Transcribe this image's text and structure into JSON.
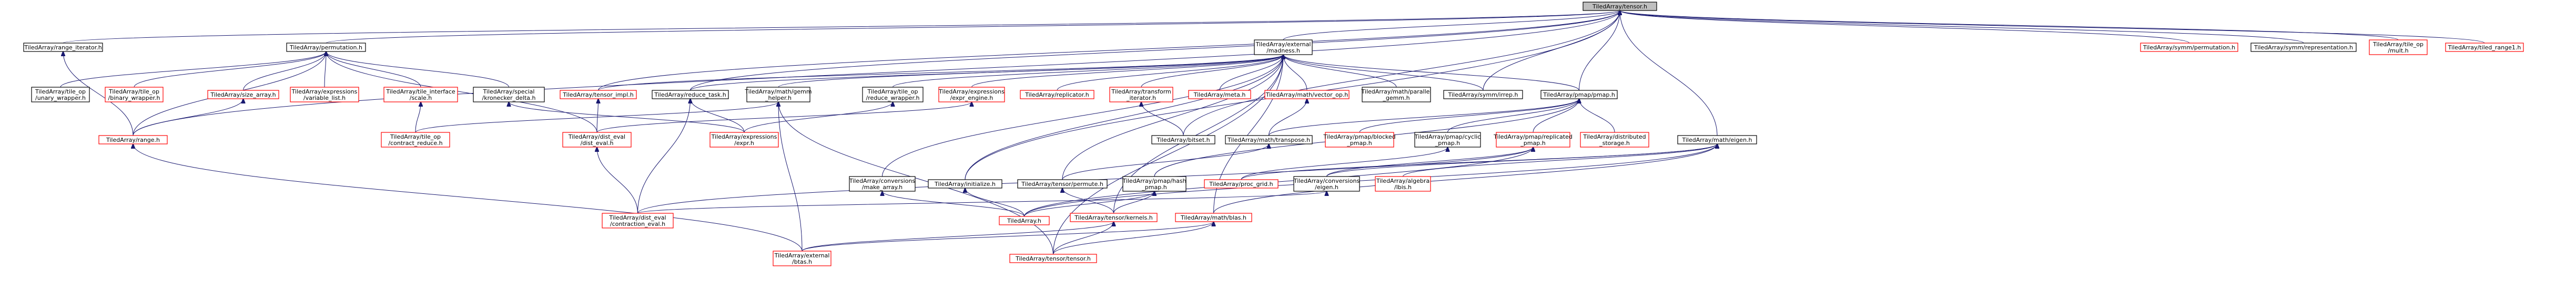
{
  "graph": {
    "colors": {
      "edge": "#191970",
      "root_fill": "#bfbfbf",
      "black_border": "#000000",
      "red_border": "#ff0000"
    },
    "nodes": [
      {
        "id": "tensor",
        "lines": [
          "TiledArray/tensor.h"
        ],
        "style": "root"
      },
      {
        "id": "range_iter",
        "lines": [
          "TiledArray/range_iterator.h"
        ],
        "style": "black"
      },
      {
        "id": "permutation",
        "lines": [
          "TiledArray/permutation.h"
        ],
        "style": "black"
      },
      {
        "id": "external_madness",
        "lines": [
          "TiledArray/external",
          "/madness.h"
        ],
        "style": "black"
      },
      {
        "id": "symm_perm",
        "lines": [
          "TiledArray/symm/permutation.h"
        ],
        "style": "red"
      },
      {
        "id": "symm_repr",
        "lines": [
          "TiledArray/symm/representation.h"
        ],
        "style": "black"
      },
      {
        "id": "file_op_mult",
        "lines": [
          "TiledArray/tile_op",
          "/mult.h"
        ],
        "style": "red"
      },
      {
        "id": "tiled_range1",
        "lines": [
          "TiledArray/tiled_range1.h"
        ],
        "style": "red"
      },
      {
        "id": "tile_op_unary",
        "lines": [
          "TiledArray/tile_op",
          "/unary_wrapper.h"
        ],
        "style": "black"
      },
      {
        "id": "tile_op_binary",
        "lines": [
          "TiledArray/tile_op",
          "/binary_wrapper.h"
        ],
        "style": "red"
      },
      {
        "id": "size_array",
        "lines": [
          "TiledArray/size_array.h"
        ],
        "style": "red"
      },
      {
        "id": "expr_variable_list",
        "lines": [
          "TiledArray/expressions",
          "/variable_list.h"
        ],
        "style": "red"
      },
      {
        "id": "tile_interface_scale",
        "lines": [
          "TiledArray/tile_interface",
          "/scale.h"
        ],
        "style": "red"
      },
      {
        "id": "special_kronecker",
        "lines": [
          "TiledArray/special",
          "/kronecker_delta.h"
        ],
        "style": "black"
      },
      {
        "id": "tensor_impl",
        "lines": [
          "TiledArray/tensor_impl.h"
        ],
        "style": "red"
      },
      {
        "id": "reduce_task",
        "lines": [
          "TiledArray/reduce_task.h"
        ],
        "style": "black"
      },
      {
        "id": "math_gemm_helper",
        "lines": [
          "TiledArray/math/gemm",
          "_helper.h"
        ],
        "style": "black"
      },
      {
        "id": "tile_op_reduce",
        "lines": [
          "TiledArray/tile_op",
          "/reduce_wrapper.h"
        ],
        "style": "black"
      },
      {
        "id": "expr_engine",
        "lines": [
          "TiledArray/expressions",
          "/expr_engine.h"
        ],
        "style": "red"
      },
      {
        "id": "replicator",
        "lines": [
          "TiledArray/replicator.h"
        ],
        "style": "red"
      },
      {
        "id": "transform_iter",
        "lines": [
          "TiledArray/transform",
          "_iterator.h"
        ],
        "style": "red"
      },
      {
        "id": "meta",
        "lines": [
          "TiledArray/meta.h"
        ],
        "style": "red"
      },
      {
        "id": "math_vector_op",
        "lines": [
          "TiledArray/math/vector_op.h"
        ],
        "style": "red"
      },
      {
        "id": "math_parallel_gemm",
        "lines": [
          "TiledArray/math/parallel",
          "_gemm.h"
        ],
        "style": "black"
      },
      {
        "id": "symm_irrep",
        "lines": [
          "TiledArray/symm/irrep.h"
        ],
        "style": "black"
      },
      {
        "id": "pmap_pmap",
        "lines": [
          "TiledArray/pmap/pmap.h"
        ],
        "style": "black"
      },
      {
        "id": "range",
        "lines": [
          "TiledArray/range.h"
        ],
        "style": "red"
      },
      {
        "id": "tile_op_contract",
        "lines": [
          "TiledArray/tile_op",
          "/contract_reduce.h"
        ],
        "style": "red"
      },
      {
        "id": "dist_eval",
        "lines": [
          "TiledArray/dist_eval",
          "/dist_eval.h"
        ],
        "style": "red"
      },
      {
        "id": "expr_expr",
        "lines": [
          "TiledArray/expressions",
          "/expr.h"
        ],
        "style": "red"
      },
      {
        "id": "bitset",
        "lines": [
          "TiledArray/bitset.h"
        ],
        "style": "black"
      },
      {
        "id": "math_transpose",
        "lines": [
          "TiledArray/math/transpose.h"
        ],
        "style": "black"
      },
      {
        "id": "pmap_blocked",
        "lines": [
          "TiledArray/pmap/blocked",
          "_pmap.h"
        ],
        "style": "red"
      },
      {
        "id": "pmap_cyclic",
        "lines": [
          "TiledArray/pmap/cyclic",
          "_pmap.h"
        ],
        "style": "black"
      },
      {
        "id": "pmap_replicated",
        "lines": [
          "TiledArray/pmap/replicated",
          "_pmap.h"
        ],
        "style": "red"
      },
      {
        "id": "distributed_storage",
        "lines": [
          "TiledArray/distributed",
          "_storage.h"
        ],
        "style": "red"
      },
      {
        "id": "math_eigen",
        "lines": [
          "TiledArray/math/eigen.h"
        ],
        "style": "black"
      },
      {
        "id": "conv_make_array",
        "lines": [
          "TiledArray/conversions",
          "/make_array.h"
        ],
        "style": "black"
      },
      {
        "id": "initialize",
        "lines": [
          "TiledArray/initialize.h"
        ],
        "style": "black"
      },
      {
        "id": "tensor_permute",
        "lines": [
          "TiledArray/tensor/permute.h"
        ],
        "style": "black"
      },
      {
        "id": "pmap_hash",
        "lines": [
          "TiledArray/pmap/hash",
          "_pmap.h"
        ],
        "style": "black"
      },
      {
        "id": "proc_grid",
        "lines": [
          "TiledArray/proc_grid.h"
        ],
        "style": "red"
      },
      {
        "id": "conv_eigen",
        "lines": [
          "TiledArray/conversions",
          "/eigen.h"
        ],
        "style": "black"
      },
      {
        "id": "algebra_lbis",
        "lines": [
          "TiledArray/algebra",
          "/lbis.h"
        ],
        "style": "red"
      },
      {
        "id": "tiledarray",
        "lines": [
          "TiledArray.h"
        ],
        "style": "red"
      },
      {
        "id": "dist_eval_contraction",
        "lines": [
          "TiledArray/dist_eval",
          "/contraction_eval.h"
        ],
        "style": "red"
      },
      {
        "id": "tensor_kernels",
        "lines": [
          "TiledArray/tensor/kernels.h"
        ],
        "style": "red"
      },
      {
        "id": "math_blas",
        "lines": [
          "TiledArray/math/blas.h"
        ],
        "style": "red"
      },
      {
        "id": "external_btas",
        "lines": [
          "TiledArray/external",
          "/btas.h"
        ],
        "style": "red"
      },
      {
        "id": "tensor_tensor",
        "lines": [
          "TiledArray/tensor/tensor.h"
        ],
        "style": "red"
      }
    ]
  }
}
